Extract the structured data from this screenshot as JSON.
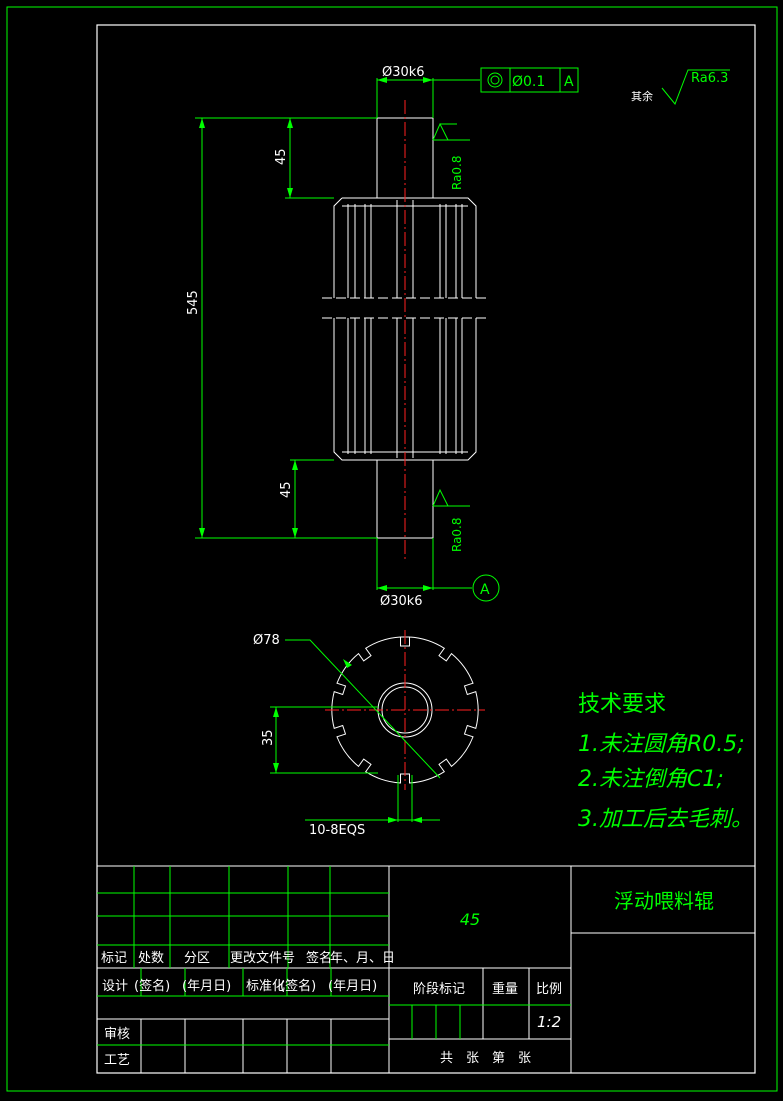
{
  "drawing": {
    "dimensions": {
      "top_diameter": "Ø30k6",
      "top_shoulder_length": "45",
      "total_length": "545",
      "bottom_shoulder_length": "45",
      "bottom_diameter": "Ø30k6",
      "outer_diameter": "Ø78",
      "inner_offset": "35",
      "slots": "10-8EQS"
    },
    "tolerance_frame": {
      "symbol": "◎",
      "value": "Ø0.1",
      "datum": "A"
    },
    "datum_label": "A",
    "roughness": {
      "top_journal": "Ra0.8",
      "bottom_journal": "Ra0.8",
      "other_prefix": "其余",
      "other": "Ra6.3"
    }
  },
  "technical_requirements": {
    "title": "技术要求",
    "items": [
      "1.未注圆角R0.5;",
      "2.未注倒角C1;",
      "3.加工后去毛刺。"
    ]
  },
  "title_block": {
    "part_name": "浮动喂料辊",
    "material": "45",
    "header_labels": [
      "标记",
      "处数",
      "分区",
      "更改文件号",
      "签名",
      "年、月、日"
    ],
    "design_row": [
      "设计",
      "(签名)",
      "(年月日)",
      "标准化",
      "(签名)",
      "(年月日)"
    ],
    "review": "审核",
    "process": "工艺",
    "stage_label": "阶段标记",
    "weight_label": "重量",
    "scale_label": "比例",
    "scale_value": "1:2",
    "sheets": "共　张　第　张"
  }
}
